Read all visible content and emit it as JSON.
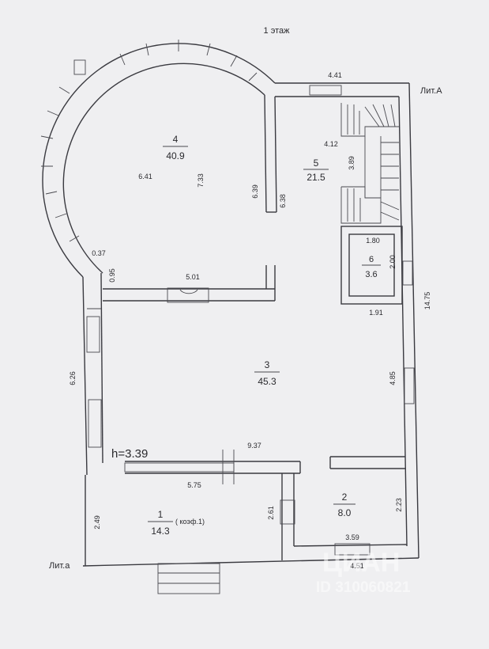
{
  "header": {
    "floor_title": "1 этаж"
  },
  "lit_labels": {
    "main": "Лит.А",
    "annex": "Лит.а"
  },
  "height_label": "h=3.39",
  "coefficient_note": "( коэф.1)",
  "rooms": [
    {
      "number": "1",
      "area": "14.3"
    },
    {
      "number": "2",
      "area": "8.0"
    },
    {
      "number": "3",
      "area": "45.3"
    },
    {
      "number": "4",
      "area": "40.9"
    },
    {
      "number": "5",
      "area": "21.5"
    },
    {
      "number": "6",
      "area": "3.6"
    }
  ],
  "dimensions": {
    "d441_top": "4.41",
    "d412": "4.12",
    "d389": "3.89",
    "d641": "6.41",
    "d733": "7.33",
    "d639": "6.39",
    "d638": "6.38",
    "d180": "1.80",
    "d200": "2.00",
    "d1475": "14.75",
    "d037": "0.37",
    "d095": "0.95",
    "d501": "5.01",
    "d191": "1.91",
    "d626": "6.26",
    "d485": "4.85",
    "d937": "9.37",
    "d575": "5.75",
    "d249": "2.49",
    "d261": "2.61",
    "d223": "2.23",
    "d359": "3.59",
    "d451": "4.51"
  },
  "watermark": {
    "brand": "ЦИАН",
    "id_text": "ID 310060821"
  }
}
